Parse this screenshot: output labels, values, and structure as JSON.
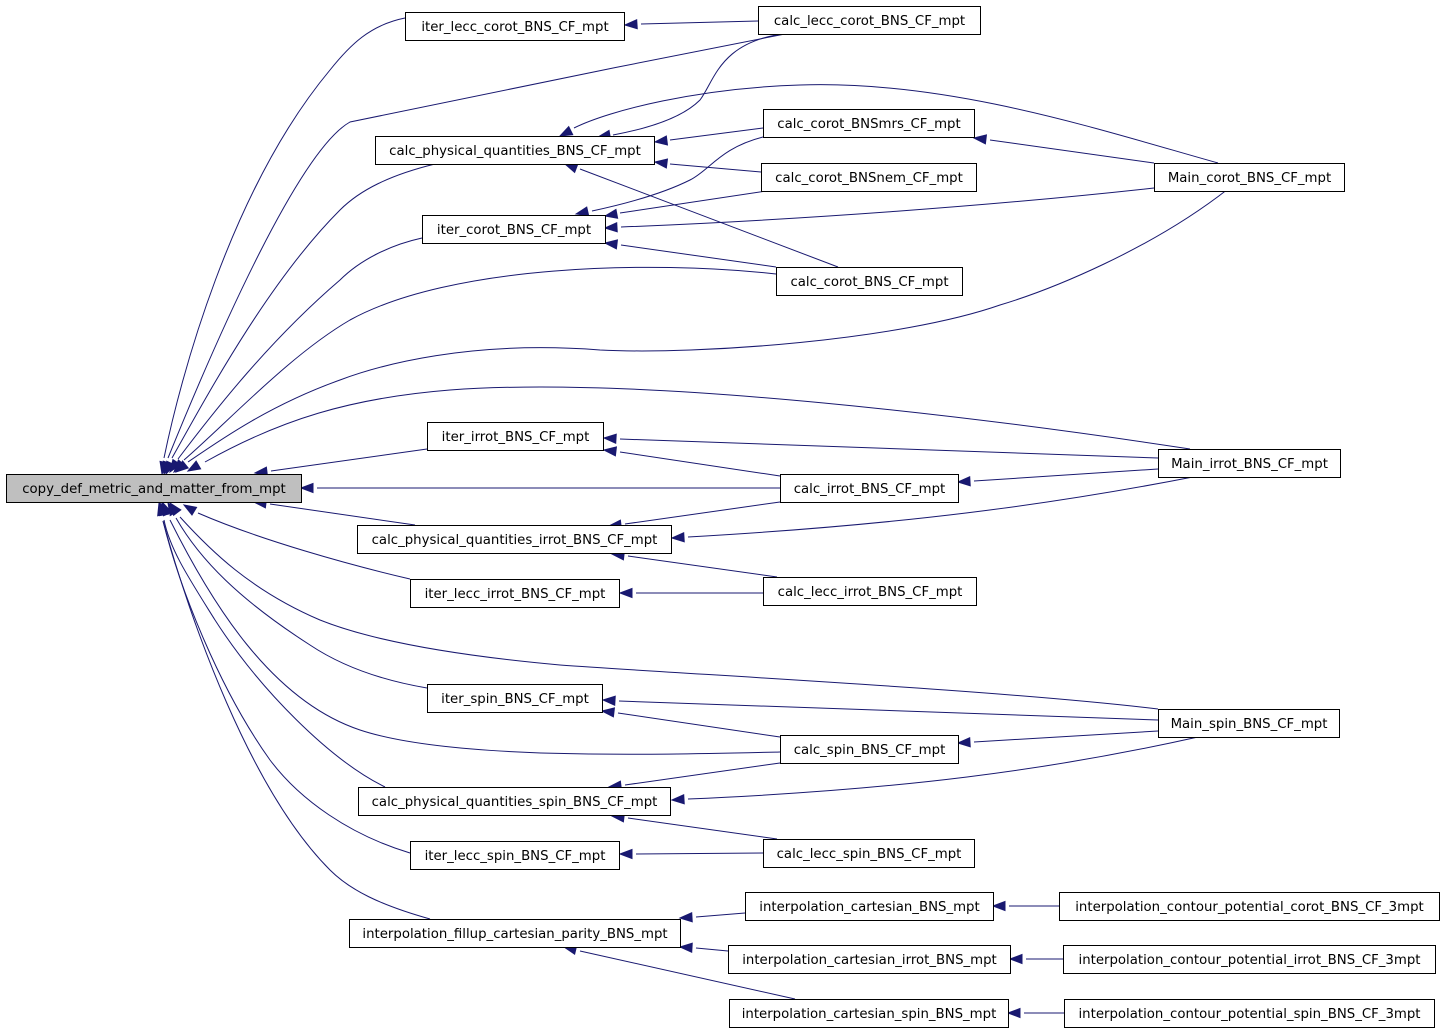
{
  "graph": {
    "edge_color": "#191970",
    "root_fill": "#bfbfbf",
    "nodes": [
      {
        "id": "root",
        "label": "copy_def_metric_and_matter_from_mpt"
      },
      {
        "id": "iter_lecc_corot",
        "label": "iter_lecc_corot_BNS_CF_mpt"
      },
      {
        "id": "calc_lecc_corot",
        "label": "calc_lecc_corot_BNS_CF_mpt"
      },
      {
        "id": "calc_phys_corot",
        "label": "calc_physical_quantities_BNS_CF_mpt"
      },
      {
        "id": "calc_corot_mrs",
        "label": "calc_corot_BNSmrs_CF_mpt"
      },
      {
        "id": "calc_corot_nem",
        "label": "calc_corot_BNSnem_CF_mpt"
      },
      {
        "id": "main_corot",
        "label": "Main_corot_BNS_CF_mpt"
      },
      {
        "id": "iter_corot",
        "label": "iter_corot_BNS_CF_mpt"
      },
      {
        "id": "calc_corot",
        "label": "calc_corot_BNS_CF_mpt"
      },
      {
        "id": "iter_irrot",
        "label": "iter_irrot_BNS_CF_mpt"
      },
      {
        "id": "main_irrot",
        "label": "Main_irrot_BNS_CF_mpt"
      },
      {
        "id": "calc_irrot",
        "label": "calc_irrot_BNS_CF_mpt"
      },
      {
        "id": "calc_phys_irrot",
        "label": "calc_physical_quantities_irrot_BNS_CF_mpt"
      },
      {
        "id": "iter_lecc_irrot",
        "label": "iter_lecc_irrot_BNS_CF_mpt"
      },
      {
        "id": "calc_lecc_irrot",
        "label": "calc_lecc_irrot_BNS_CF_mpt"
      },
      {
        "id": "iter_spin",
        "label": "iter_spin_BNS_CF_mpt"
      },
      {
        "id": "main_spin",
        "label": "Main_spin_BNS_CF_mpt"
      },
      {
        "id": "calc_spin",
        "label": "calc_spin_BNS_CF_mpt"
      },
      {
        "id": "calc_phys_spin",
        "label": "calc_physical_quantities_spin_BNS_CF_mpt"
      },
      {
        "id": "iter_lecc_spin",
        "label": "iter_lecc_spin_BNS_CF_mpt"
      },
      {
        "id": "calc_lecc_spin",
        "label": "calc_lecc_spin_BNS_CF_mpt"
      },
      {
        "id": "interp_fillup",
        "label": "interpolation_fillup_cartesian_parity_BNS_mpt"
      },
      {
        "id": "interp_cart",
        "label": "interpolation_cartesian_BNS_mpt"
      },
      {
        "id": "interp_contour_corot",
        "label": "interpolation_contour_potential_corot_BNS_CF_3mpt"
      },
      {
        "id": "interp_cart_irrot",
        "label": "interpolation_cartesian_irrot_BNS_mpt"
      },
      {
        "id": "interp_contour_irrot",
        "label": "interpolation_contour_potential_irrot_BNS_CF_3mpt"
      },
      {
        "id": "interp_cart_spin",
        "label": "interpolation_cartesian_spin_BNS_mpt"
      },
      {
        "id": "interp_contour_spin",
        "label": "interpolation_contour_potential_spin_BNS_CF_3mpt"
      }
    ],
    "edges": [
      {
        "from": "iter_lecc_corot",
        "to": "root"
      },
      {
        "from": "calc_lecc_corot",
        "to": "iter_lecc_corot"
      },
      {
        "from": "calc_lecc_corot",
        "to": "root"
      },
      {
        "from": "calc_lecc_corot",
        "to": "calc_phys_corot"
      },
      {
        "from": "calc_phys_corot",
        "to": "root"
      },
      {
        "from": "calc_corot_mrs",
        "to": "calc_phys_corot"
      },
      {
        "from": "calc_corot_mrs",
        "to": "iter_corot"
      },
      {
        "from": "calc_corot_nem",
        "to": "calc_phys_corot"
      },
      {
        "from": "calc_corot_nem",
        "to": "iter_corot"
      },
      {
        "from": "main_corot",
        "to": "calc_phys_corot"
      },
      {
        "from": "main_corot",
        "to": "calc_corot_mrs"
      },
      {
        "from": "main_corot",
        "to": "iter_corot"
      },
      {
        "from": "main_corot",
        "to": "root"
      },
      {
        "from": "iter_corot",
        "to": "root"
      },
      {
        "from": "calc_corot",
        "to": "iter_corot"
      },
      {
        "from": "calc_corot",
        "to": "calc_phys_corot"
      },
      {
        "from": "calc_corot",
        "to": "root"
      },
      {
        "from": "iter_irrot",
        "to": "root"
      },
      {
        "from": "main_irrot",
        "to": "iter_irrot"
      },
      {
        "from": "main_irrot",
        "to": "calc_irrot"
      },
      {
        "from": "main_irrot",
        "to": "calc_phys_irrot"
      },
      {
        "from": "main_irrot",
        "to": "root"
      },
      {
        "from": "calc_irrot",
        "to": "iter_irrot"
      },
      {
        "from": "calc_irrot",
        "to": "root"
      },
      {
        "from": "calc_irrot",
        "to": "calc_phys_irrot"
      },
      {
        "from": "calc_phys_irrot",
        "to": "root"
      },
      {
        "from": "calc_lecc_irrot",
        "to": "calc_phys_irrot"
      },
      {
        "from": "calc_lecc_irrot",
        "to": "iter_lecc_irrot"
      },
      {
        "from": "iter_lecc_irrot",
        "to": "root"
      },
      {
        "from": "iter_spin",
        "to": "root"
      },
      {
        "from": "main_spin",
        "to": "iter_spin"
      },
      {
        "from": "main_spin",
        "to": "calc_spin"
      },
      {
        "from": "main_spin",
        "to": "calc_phys_spin"
      },
      {
        "from": "main_spin",
        "to": "root"
      },
      {
        "from": "calc_spin",
        "to": "iter_spin"
      },
      {
        "from": "calc_spin",
        "to": "root"
      },
      {
        "from": "calc_spin",
        "to": "calc_phys_spin"
      },
      {
        "from": "calc_phys_spin",
        "to": "root"
      },
      {
        "from": "calc_lecc_spin",
        "to": "calc_phys_spin"
      },
      {
        "from": "calc_lecc_spin",
        "to": "iter_lecc_spin"
      },
      {
        "from": "iter_lecc_spin",
        "to": "root"
      },
      {
        "from": "interp_fillup",
        "to": "root"
      },
      {
        "from": "interp_cart",
        "to": "interp_fillup"
      },
      {
        "from": "interp_contour_corot",
        "to": "interp_cart"
      },
      {
        "from": "interp_cart_irrot",
        "to": "interp_fillup"
      },
      {
        "from": "interp_contour_irrot",
        "to": "interp_cart_irrot"
      },
      {
        "from": "interp_cart_spin",
        "to": "interp_fillup"
      },
      {
        "from": "interp_contour_spin",
        "to": "interp_cart_spin"
      }
    ]
  }
}
